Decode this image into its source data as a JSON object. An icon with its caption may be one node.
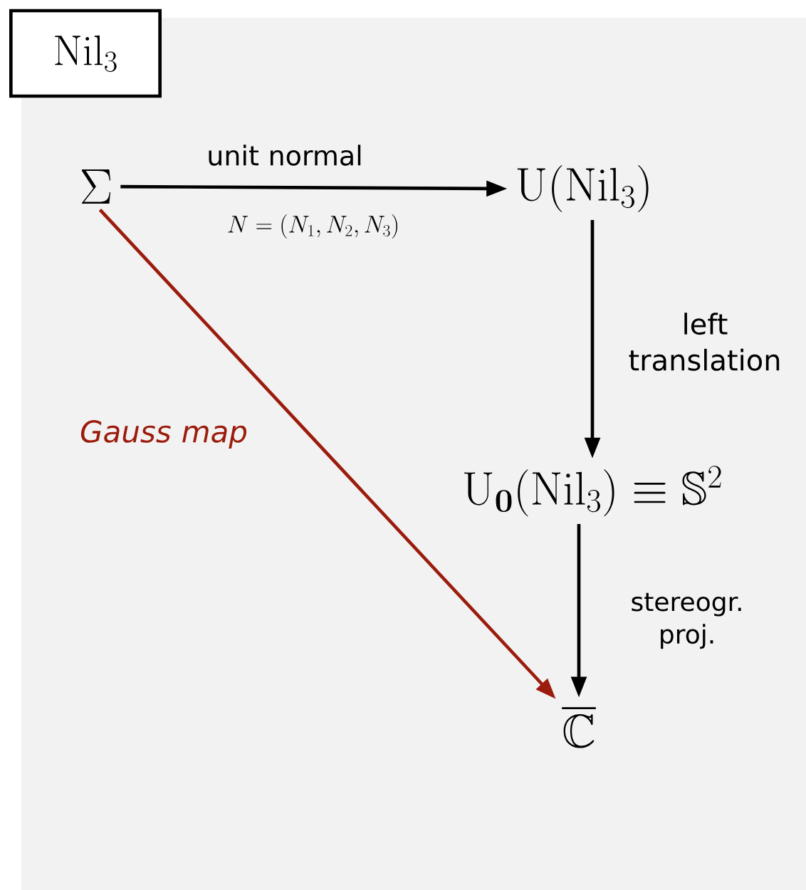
{
  "diagram": {
    "nodes": [
      {
        "text": [
          "\\mathrm{Nil}_3"
        ]
      },
      {
        "text": [
          "\\Sigma"
        ]
      },
      {
        "text": [
          "\\mathrm{U}(\\mathrm{Nil}_3)"
        ]
      },
      {
        "text": [
          "\\mathrm{U}_{\\mathbf{0}}(\\mathrm{Nil}_3) \\equiv \\mathbb{S}^2"
        ]
      },
      {
        "text": [
          "\\overline{\\mathbb{C}}"
        ]
      }
    ],
    "edges": [
      {
        "from": 1,
        "to": 2,
        "arrow": "to",
        "label": "unit normal"
      },
      {
        "from": 2,
        "to": 3,
        "arrow": "to",
        "label": "left translation"
      },
      {
        "from": 3,
        "to": 4,
        "arrow": "to",
        "label": "stereogr. proj."
      },
      {
        "from": 1,
        "to": 4,
        "arrow": "to",
        "label": "Gauss map",
        "color": "#9b1c0c"
      }
    ],
    "labels": [
      "N = (N_1, N_2, N_3)"
    ]
  }
}
